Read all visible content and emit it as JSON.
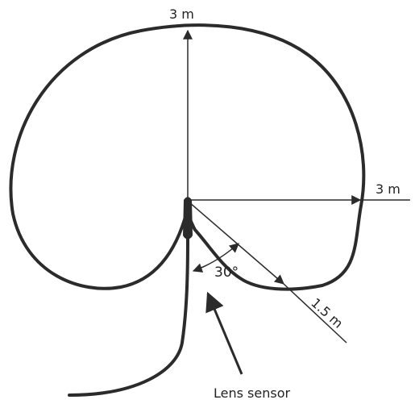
{
  "diagram": {
    "labels": {
      "top_range": "3 m",
      "side_range": "3 m",
      "diagonal_range": "1.5 m",
      "angle": "30°",
      "sensor": "Lens sensor"
    },
    "colors": {
      "stroke": "#2b2b2b",
      "text": "#222222",
      "background": "#ffffff"
    }
  }
}
